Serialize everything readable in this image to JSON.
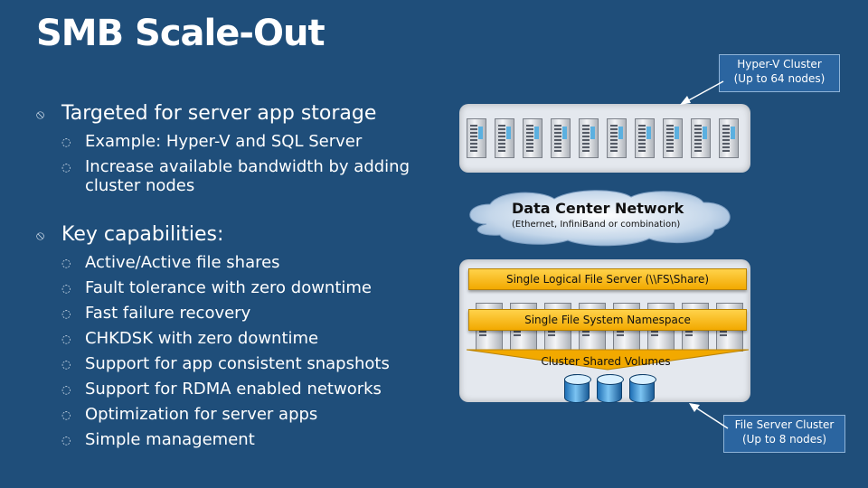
{
  "title": "SMB Scale-Out",
  "bullets": [
    {
      "text": "Targeted for server app storage",
      "sub": [
        "Example: Hyper-V and SQL Server",
        "Increase available bandwidth by adding cluster nodes"
      ]
    },
    {
      "text": "Key capabilities:",
      "sub": [
        "Active/Active file shares",
        "Fault tolerance with zero downtime",
        "Fast failure recovery",
        "CHKDSK with zero downtime",
        "Support for app consistent snapshots",
        "Support for RDMA enabled networks",
        "Optimization for server apps",
        "Simple management"
      ]
    }
  ],
  "diagram": {
    "hyperv_callout": [
      "Hyper-V Cluster",
      "(Up to 64 nodes)"
    ],
    "network_title": "Data Center Network",
    "network_sub": "(Ethernet, InfiniBand or combination)",
    "logical_server": "Single Logical File Server (\\\\FS\\Share)",
    "namespace": "Single File System Namespace",
    "csv": "Cluster Shared Volumes",
    "fs_callout": [
      "File Server Cluster",
      "(Up to 8 nodes)"
    ],
    "hyperv_node_count": 10,
    "file_server_count": 8,
    "disk_count": 3
  },
  "colors": {
    "background": "#1f4e7a",
    "bar": "#f2a900",
    "callout": "#2b65a0"
  }
}
